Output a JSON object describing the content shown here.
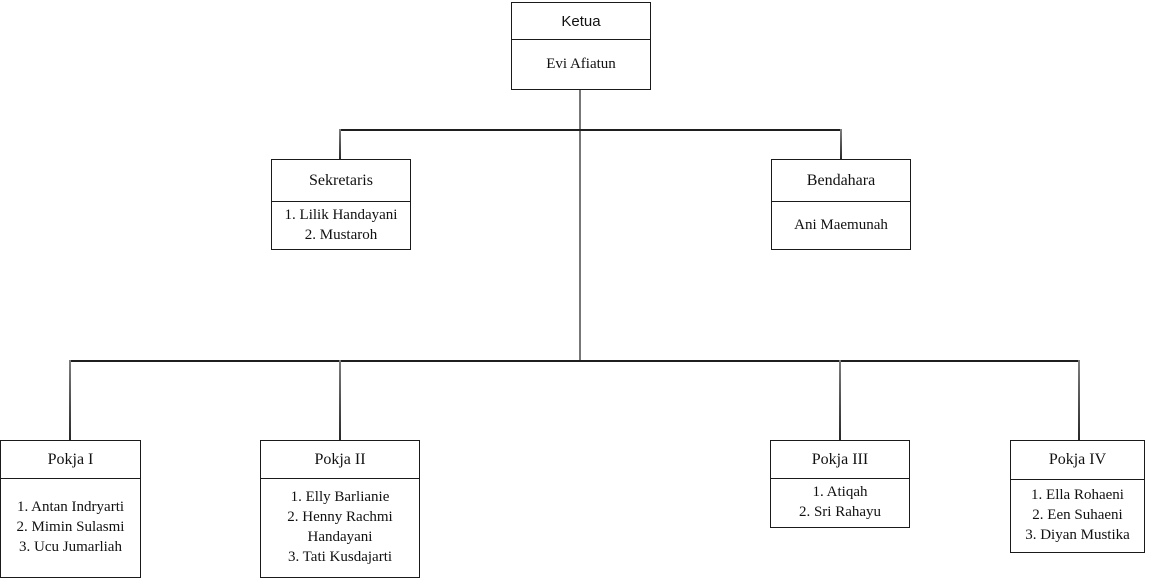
{
  "org_chart": {
    "type": "organizational-chart",
    "colors": {
      "background": "#ffffff",
      "box_border": "#1a1a1a",
      "text": "#111111",
      "connector_horizontal": "#1f1f1f",
      "connector_vertical": "#777777"
    },
    "boxes": {
      "ketua": {
        "title": "Ketua",
        "members": [
          "Evi Afiatun"
        ],
        "parent": null
      },
      "sekretaris": {
        "title": "Sekretaris",
        "members": [
          "1. Lilik Handayani",
          "2. Mustaroh"
        ],
        "parent": "ketua"
      },
      "bendahara": {
        "title": "Bendahara",
        "members": [
          "Ani Maemunah"
        ],
        "parent": "ketua"
      },
      "pokja1": {
        "title": "Pokja I",
        "members": [
          "1. Antan Indryarti",
          "2. Mimin Sulasmi",
          "3. Ucu Jumarliah"
        ],
        "parent": "ketua"
      },
      "pokja2": {
        "title": "Pokja II",
        "members": [
          "1. Elly Barlianie",
          "2. Henny Rachmi Handayani",
          "3. Tati Kusdajarti"
        ],
        "parent": "ketua"
      },
      "pokja3": {
        "title": "Pokja III",
        "members": [
          "1. Atiqah",
          "2. Sri Rahayu"
        ],
        "parent": "ketua"
      },
      "pokja4": {
        "title": "Pokja IV",
        "members": [
          "1. Ella Rohaeni",
          "2. Een Suhaeni",
          "3. Diyan Mustika"
        ],
        "parent": "ketua"
      }
    }
  }
}
